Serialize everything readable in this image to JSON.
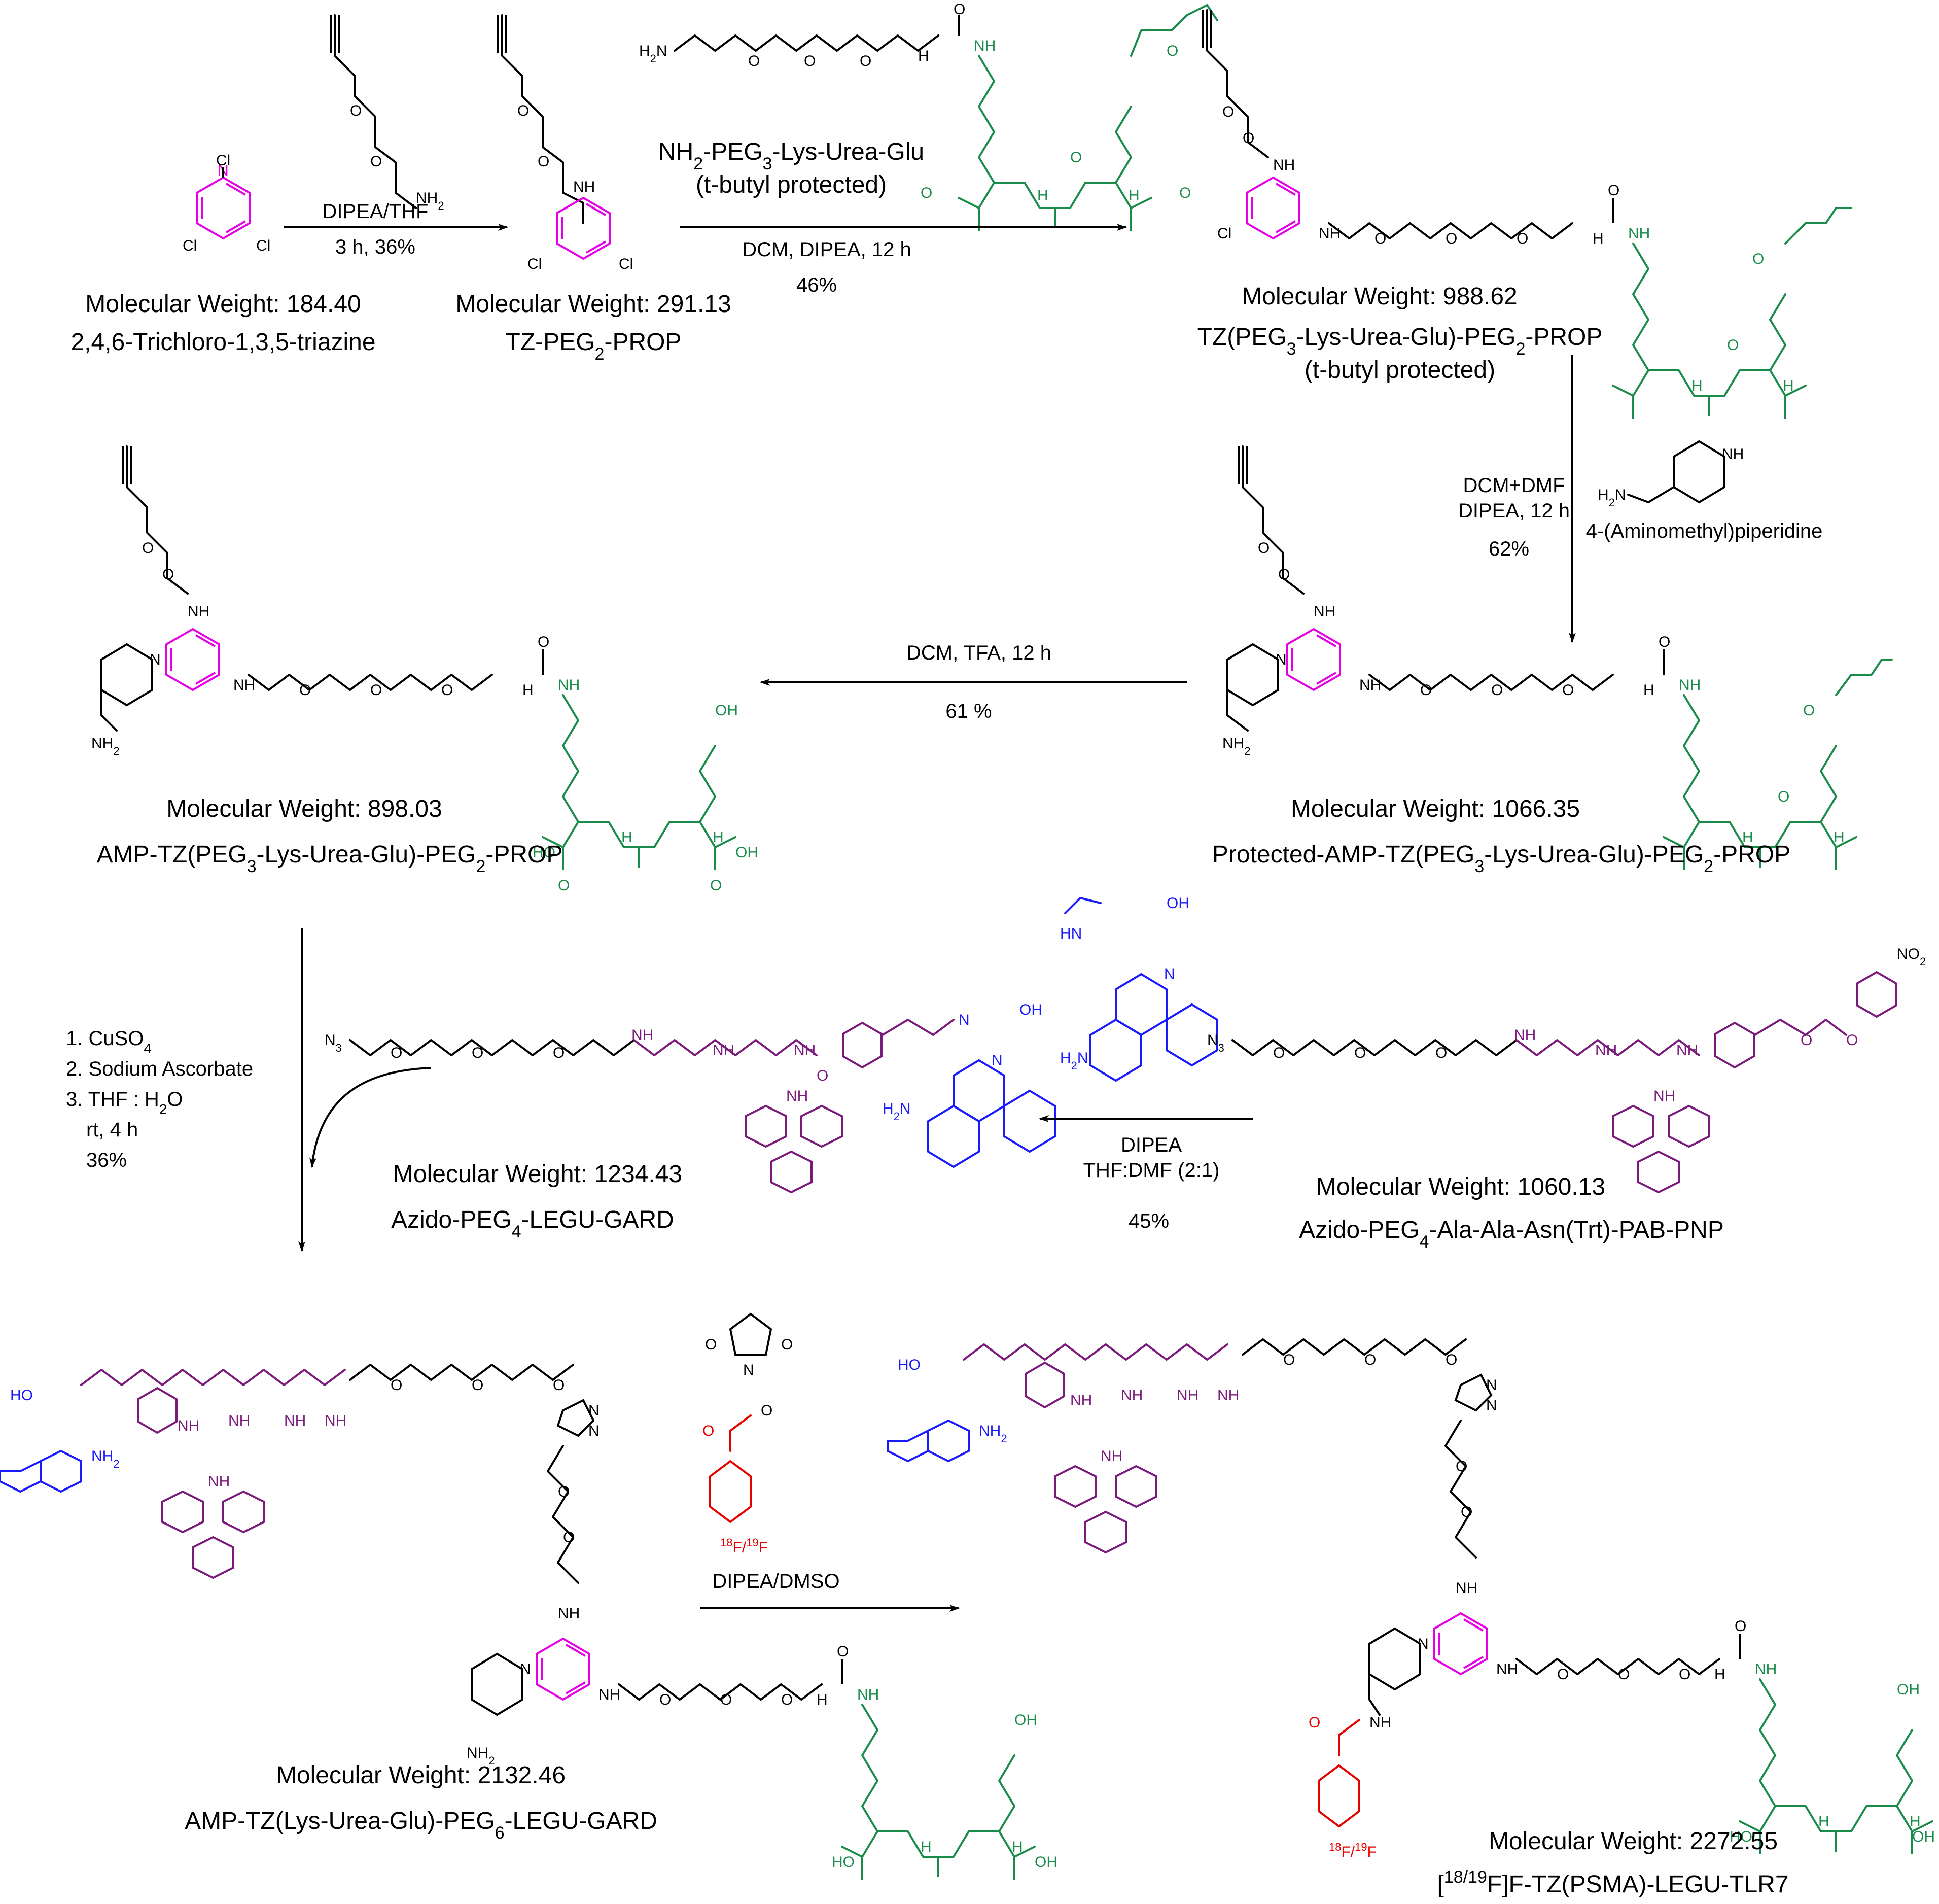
{
  "colors": {
    "black": "#000000",
    "magenta": "#e600e6",
    "green": "#1a8c4a",
    "blue": "#1a1aff",
    "purple": "#7a1a7a",
    "red": "#e60000"
  },
  "compounds": [
    {
      "id": "c1",
      "mw": "Molecular Weight: 184.40",
      "name": "2,4,6-Trichloro-1,3,5-triazine"
    },
    {
      "id": "c2",
      "mw": "Molecular Weight: 291.13",
      "name_pre": "TZ-PEG",
      "name_sub": "2",
      "name_post": "-PROP"
    },
    {
      "id": "c3",
      "mw": "Molecular Weight: 988.62",
      "name_pre": "TZ(PEG",
      "name_sub": "3",
      "name_mid": "-Lys-Urea-Glu)-PEG",
      "name_sub2": "2",
      "name_post": "-PROP",
      "note": "(t-butyl protected)"
    },
    {
      "id": "c4",
      "mw": "Molecular Weight: 1066.35",
      "name_pre": "Protected-AMP-TZ(PEG",
      "name_sub": "3",
      "name_mid": "-Lys-Urea-Glu)-PEG",
      "name_sub2": "2",
      "name_post": "-PROP"
    },
    {
      "id": "c5",
      "mw": "Molecular Weight: 898.03",
      "name_pre": "AMP-TZ(PEG",
      "name_sub": "3",
      "name_mid": "-Lys-Urea-Glu)-PEG",
      "name_sub2": "2",
      "name_post": "-PROP"
    },
    {
      "id": "c6",
      "mw": "Molecular Weight: 1060.13",
      "name_pre": "Azido-PEG",
      "name_sub": "4",
      "name_post": "-Ala-Ala-Asn(Trt)-PAB-PNP"
    },
    {
      "id": "c7",
      "mw": "Molecular Weight: 1234.43",
      "name_pre": "Azido-PEG",
      "name_sub": "4",
      "name_post": "-LEGU-GARD"
    },
    {
      "id": "c8",
      "mw": "Molecular Weight: 2132.46",
      "name_pre": "AMP-TZ(Lys-Urea-Glu)-PEG",
      "name_sub": "6",
      "name_post": "-LEGU-GARD"
    },
    {
      "id": "c9",
      "mw": "Molecular Weight: 2272.55",
      "name_pre": "[",
      "name_sup": "18/19",
      "name_post": "F]F-TZ(PSMA)-LEGU-TLR7"
    }
  ],
  "reagents": {
    "peg_lys_urea_glu_pre": "NH",
    "peg_lys_urea_glu_sub": "2",
    "peg_lys_urea_glu_post": "-PEG",
    "peg_lys_urea_glu_sub2": "3",
    "peg_lys_urea_glu_post2": "-Lys-Urea-Glu",
    "peg_lys_urea_glu_note": "(t-butyl protected)",
    "aminomethylpiperidine": "4-(Aminomethyl)piperidine"
  },
  "conditions": {
    "step1_top": "DIPEA/THF",
    "step1_bottom": "3 h, 36%",
    "step2_top": "DCM, DIPEA, 12 h",
    "step2_bottom": "46%",
    "step3_l1": "DCM+DMF",
    "step3_l2": "DIPEA, 12 h",
    "step3_l3": "62%",
    "step4_top": "DCM, TFA, 12 h",
    "step4_bottom": "61 %",
    "step5_top": "DIPEA",
    "step5_mid": "THF:DMF (2:1)",
    "step5_bottom": "45%",
    "step6_l1_pre": "1. CuSO",
    "step6_l1_sub": "4",
    "step6_l2": "2. Sodium Ascorbate",
    "step6_l3_pre": "3. THF : H",
    "step6_l3_sub": "2",
    "step6_l3_post": "O",
    "step6_l4": "rt, 4 h",
    "step6_l5": "36%",
    "step7": "DIPEA/DMSO"
  },
  "atoms": {
    "Cl": "Cl",
    "N": "N",
    "NH": "NH",
    "H": "H",
    "O": "O",
    "OH": "OH",
    "HO": "HO",
    "NH2_main": "NH",
    "NH2_sub": "2",
    "H2N_main": "H",
    "H2N_sub": "2",
    "H2N_post": "N",
    "N3_main": "N",
    "N3_sub": "3",
    "NO2_main": "NO",
    "NO2_sub": "2",
    "F_sup": "18",
    "F_mid": "F/",
    "F_sup2": "19",
    "F_post": "F",
    "H_stereo": "H"
  }
}
